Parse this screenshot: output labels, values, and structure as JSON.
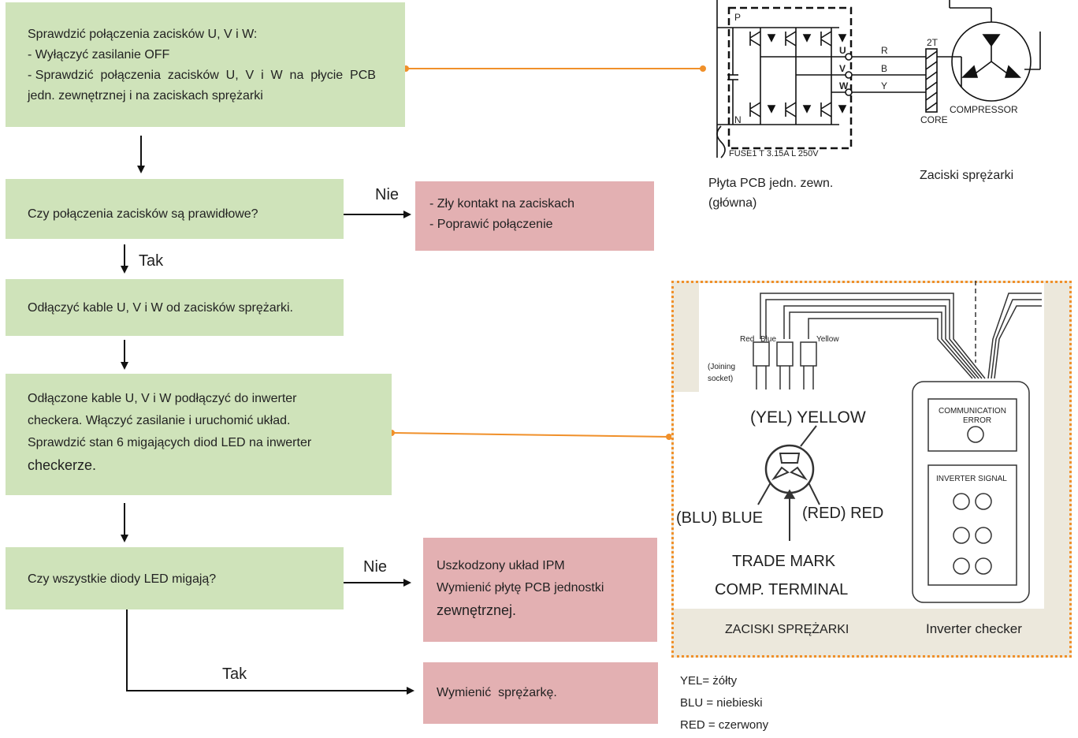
{
  "boxes": {
    "step1": {
      "title": "Sprawdzić połączenia zacisków U, V i W:",
      "line1": "- Wyłączyć zasilanie OFF",
      "line2": "- Sprawdzić  połączenia  zacisków  U,  V  i  W  na  płycie  PCB",
      "line3": "jedn. zewnętrznej i na zaciskach sprężarki"
    },
    "q1": "Czy połączenia zacisków są prawidłowe?",
    "fail1": {
      "line1": "- Zły kontakt na zaciskach",
      "line2": "- Poprawić połączenie"
    },
    "step2": "Odłączyć kable U, V i W od zacisków sprężarki.",
    "step3": {
      "line1": "Odłączone kable U, V i W podłączyć do inwerter",
      "line2": "checkera. Włączyć zasilanie i uruchomić układ.",
      "line3": "Sprawdzić stan 6 migających diod LED na inwerter",
      "line4": "checkerze."
    },
    "q2": "Czy wszystkie diody LED migają?",
    "fail2": {
      "line1": "Uszkodzony układ IPM",
      "line2": "Wymienić płytę PCB jednostki",
      "line3": "zewnętrznej."
    },
    "final": "Wymienić  sprężarkę."
  },
  "arrow_labels": {
    "no1": "Nie",
    "yes1": "Tak",
    "no2": "Nie",
    "yes2": "Tak"
  },
  "circuit": {
    "p": "P",
    "n": "N",
    "u": "U",
    "v": "V",
    "w": "W",
    "r": "R",
    "b": "B",
    "y": "Y",
    "t2": "2T",
    "core": "CORE",
    "compressor": "COMPRESSOR",
    "fuse": "FUSE1  T 3.15A  L  250V",
    "caption_pcb_1": "Płyta PCB jedn. zewn.",
    "caption_pcb_2": "(główna)",
    "caption_terminals": "Zaciski sprężarki"
  },
  "checker_figure": {
    "red": "Red",
    "blue": "Blue",
    "yellow": "Yellow",
    "joining_1": "(Joining",
    "joining_2": "socket)",
    "yel_yellow": "(YEL) YELLOW",
    "blu_blue": "(BLU) BLUE",
    "red_red": "(RED) RED",
    "trade_mark": "TRADE MARK",
    "comp_terminal": "COMP. TERMINAL",
    "comm_error_1": "COMMUNICATION",
    "comm_error_2": "ERROR",
    "inverter_signal": "INVERTER SIGNAL",
    "caption_terminals": "ZACISKI SPRĘŻARKI",
    "caption_checker": "Inverter checker"
  },
  "legend": {
    "yel": "YEL= żółty",
    "blu": "BLU = niebieski",
    "red": "RED = czerwony"
  },
  "colors": {
    "green_box": "#cfe3ba",
    "pink_box": "#e3b0b2",
    "connector": "#f0902a",
    "photo_bg": "#ece8dc"
  }
}
